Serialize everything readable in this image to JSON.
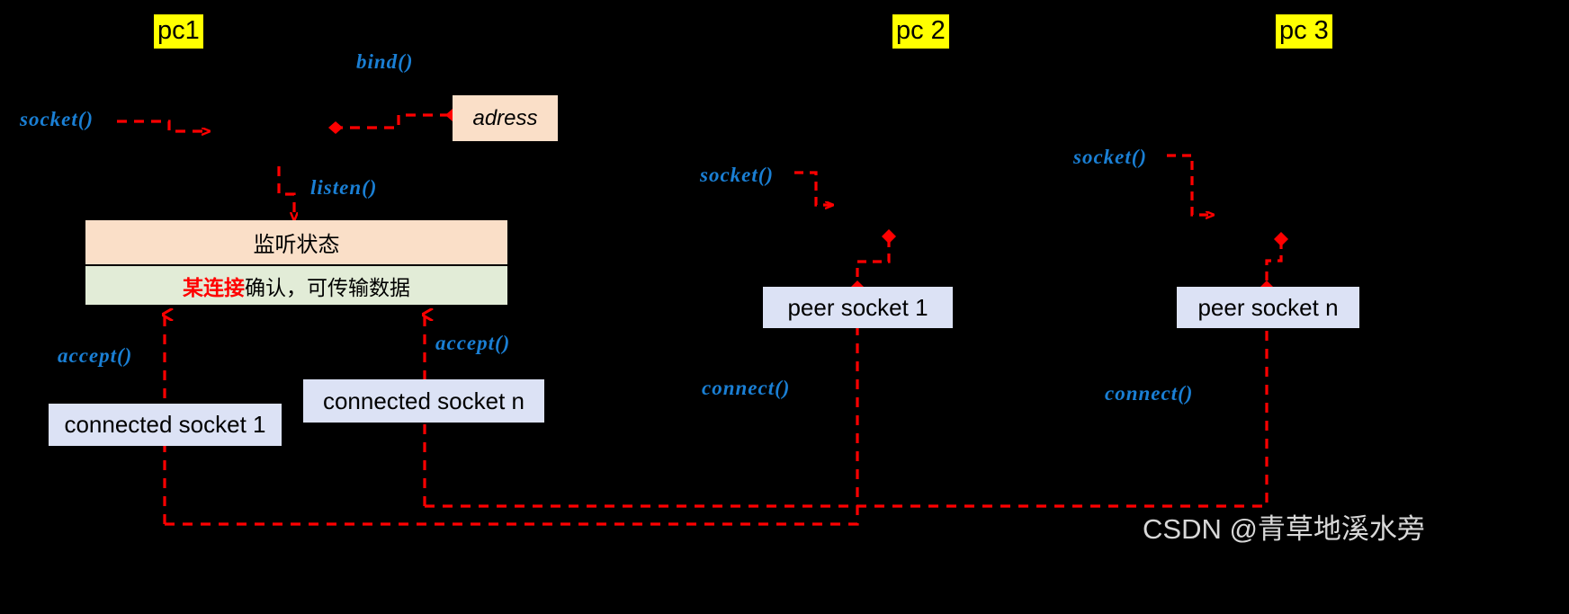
{
  "diagram": {
    "title": "socket API flow across three PCs",
    "background_color": "#000000",
    "accent_line_color": "#ff0000",
    "call_label_color": "#1a7fd4",
    "tag_color": "#ffff00"
  },
  "pc_tags": [
    {
      "label": "pc1"
    },
    {
      "label": "pc 2"
    },
    {
      "label": "pc 3"
    }
  ],
  "calls": {
    "socket_pc1": "socket()",
    "bind_pc1": "bind()",
    "listen_pc1": "listen()",
    "accept_left": "accept()",
    "accept_right": "accept()",
    "socket_pc2": "socket()",
    "connect_pc2": "connect()",
    "socket_pc3": "socket()",
    "connect_pc3": "connect()"
  },
  "boxes": {
    "adress": "adress",
    "listen_state": "监听状态",
    "connection_ok_prefix": "某连接",
    "connection_ok_rest": "确认，可传输数据",
    "connected_socket_1": "connected socket 1",
    "connected_socket_n": "connected socket n",
    "peer_socket_1": "peer socket 1",
    "peer_socket_n": "peer socket n"
  },
  "watermark": {
    "text": "CSDN @青草地溪水旁"
  }
}
